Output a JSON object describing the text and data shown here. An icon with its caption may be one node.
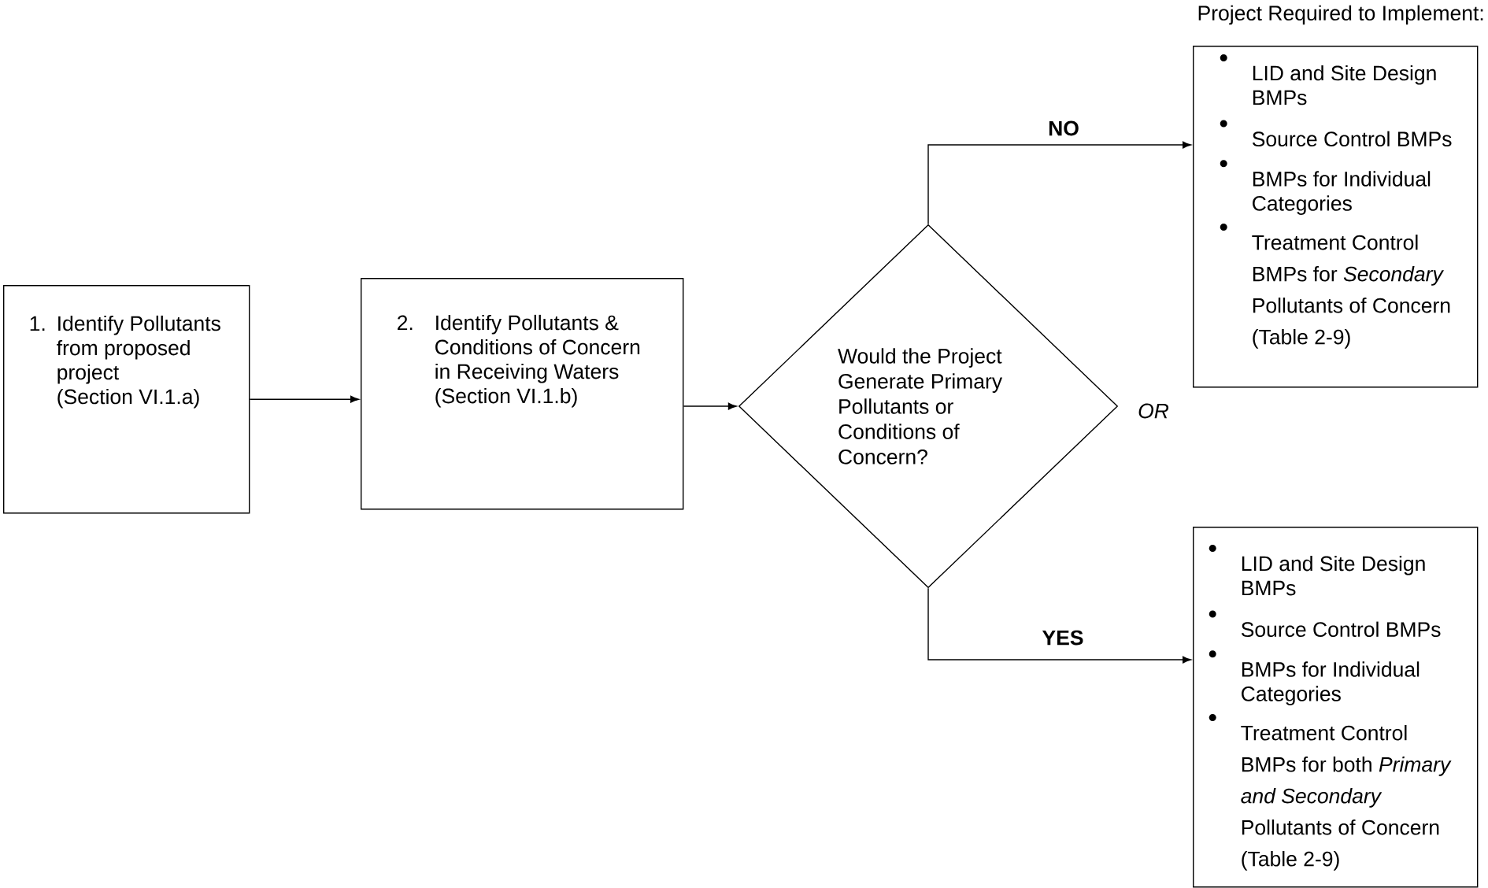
{
  "diagram": {
    "nodes": [
      {
        "text": [
          "1.",
          "Identify Pollutants from proposed project",
          "(Section VI.1.a)"
        ]
      },
      {
        "text": [
          "2.",
          "Identify Pollutants & Conditions of Concern in Receiving Waters",
          "(Section VI.1.b)"
        ]
      },
      {
        "text": [
          "Would the Project Generate Primary Pollutants or Conditions of Concern?"
        ]
      },
      {
        "text": [
          "LID and Site Design BMPs",
          "Source Control BMPs",
          "BMPs for Individual Categories",
          "Treatment Control BMPs for *Secondary* Pollutants of Concern (Table 2-9)"
        ]
      },
      {
        "text": [
          "LID and Site Design BMPs",
          "Source Control BMPs",
          "BMPs for Individual Categories",
          "Treatment Control BMPs for both *Primary and Secondary* Pollutants of Concern (Table 2-9)"
        ]
      }
    ],
    "edges": [
      {
        "from": 0,
        "to": 1,
        "arrow": "to"
      },
      {
        "from": 1,
        "to": 2,
        "arrow": "to"
      },
      {
        "from": 2,
        "to": 3,
        "arrow": "to",
        "label": "NO"
      },
      {
        "from": 2,
        "to": 4,
        "arrow": "to",
        "label": "YES"
      }
    ],
    "labels": [
      "Project Required to Implement:",
      "OR"
    ]
  }
}
